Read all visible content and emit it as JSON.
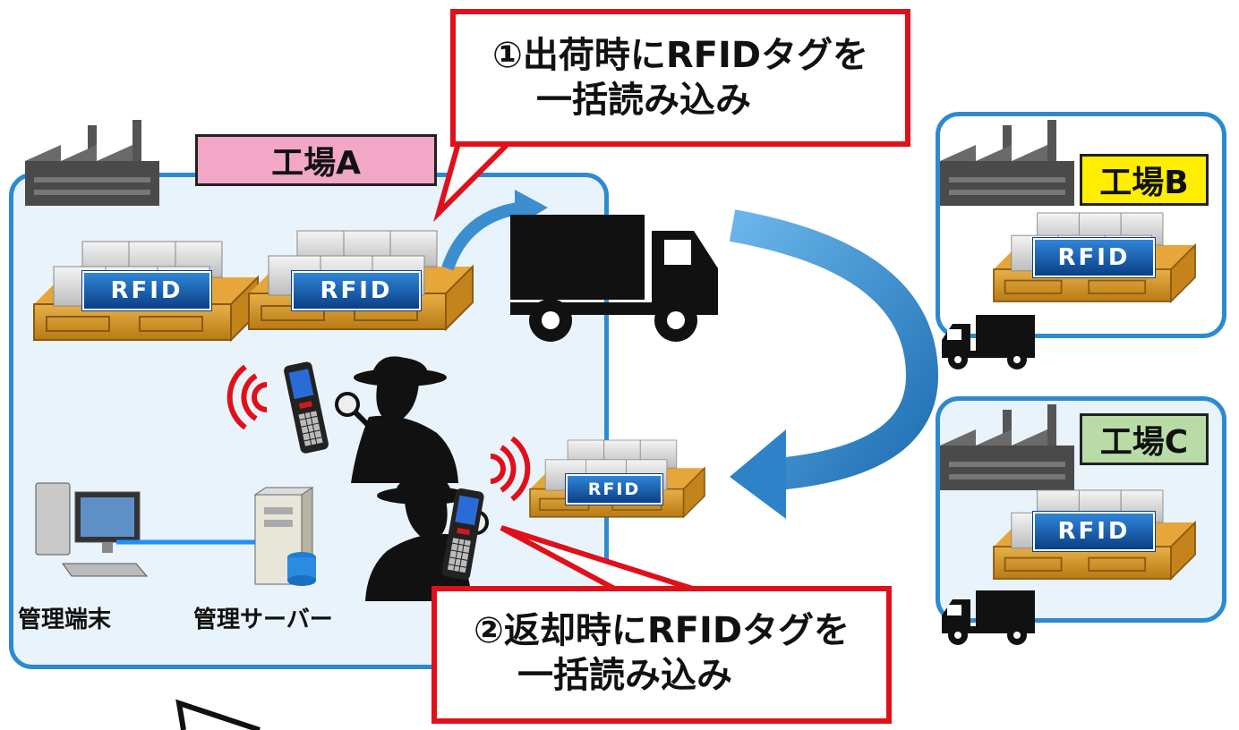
{
  "factories": {
    "a": {
      "label": "工場A",
      "label_color": "#f2a7c7"
    },
    "b": {
      "label": "工場B",
      "label_color": "#ffee00"
    },
    "c": {
      "label": "工場C",
      "label_color": "#b9dca7"
    }
  },
  "rfid_tag": "RFID",
  "devices": {
    "terminal": "管理端末",
    "server": "管理サーバー"
  },
  "callouts": {
    "shipping": {
      "line1": "①出荷時にRFIDタグを",
      "line2": "一括読み込み"
    },
    "returning": {
      "line1": "②返却時にRFIDタグを",
      "line2": "一括読み込み"
    }
  },
  "colors": {
    "zone_border": "#2d8ad1",
    "zone_fill": "#e9f3fb",
    "callout_border": "#e0101a",
    "flow_arrow": "#3b8fd0",
    "signal": "#e0101a",
    "rfid_tag": "#1b63b5",
    "pallet": "#d79a2a"
  },
  "icons": [
    "factory-icon",
    "truck-icon",
    "pallet-icon",
    "handheld-scanner-icon",
    "inspector-icon",
    "pc-icon",
    "server-icon",
    "signal-icon"
  ]
}
